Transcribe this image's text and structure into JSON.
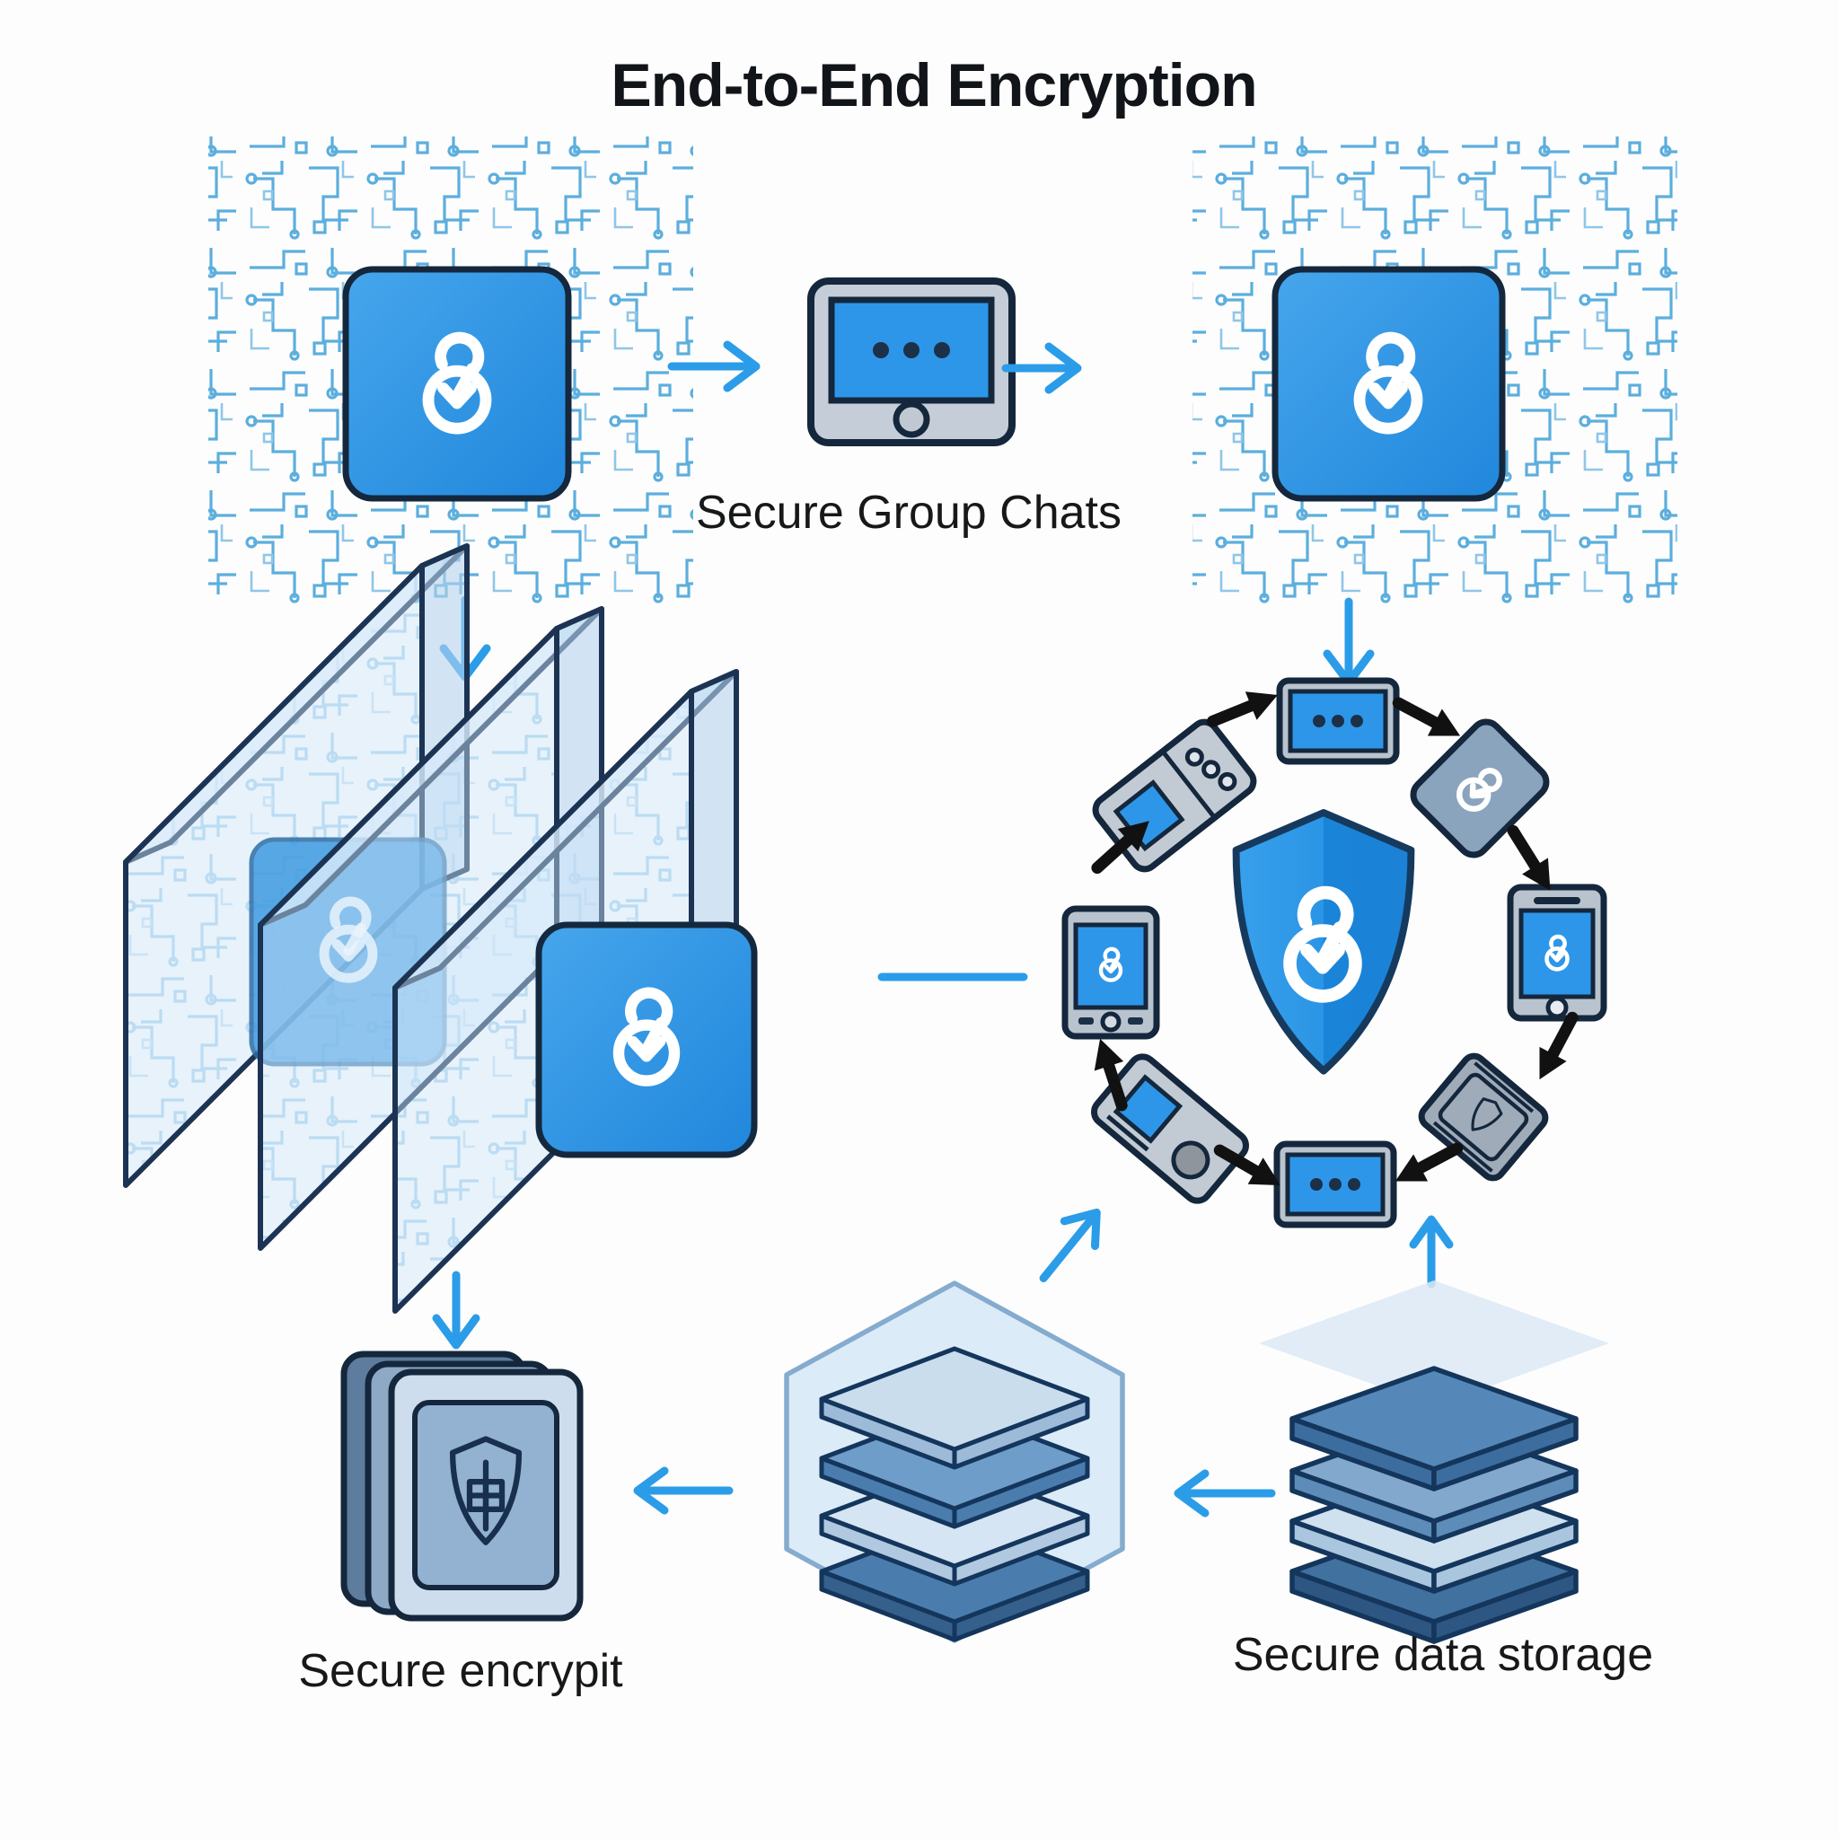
{
  "title": "End-to-End Encryption",
  "nodes": {
    "group_chats_label": "Secure Group Chats",
    "secure_encrypt_label": "Secure encrypit",
    "data_storage_label": "Secure data storage"
  },
  "icons": {
    "encryption_key": "link-lock-icon",
    "chat_device": "tablet-ellipsis-icon",
    "central_shield": "shield-link-icon",
    "secure_album": "shield-card-stack-icon",
    "hexagon_layers": "hexagon-layer-stack-icon",
    "storage_layers": "layer-stack-icon",
    "circuit": "circuit-pattern"
  },
  "colors": {
    "background": "#fdfdfd",
    "accent_blue": "#2e96e8",
    "circuit_blue": "#5caedd",
    "outline_navy": "#14273c",
    "shield_blue": "#1f87dd",
    "arrow_blue": "#2b9ce8",
    "arrow_black": "#111111",
    "glass_fill": "#d0e4f6",
    "device_gray": "#bcc6d0"
  }
}
